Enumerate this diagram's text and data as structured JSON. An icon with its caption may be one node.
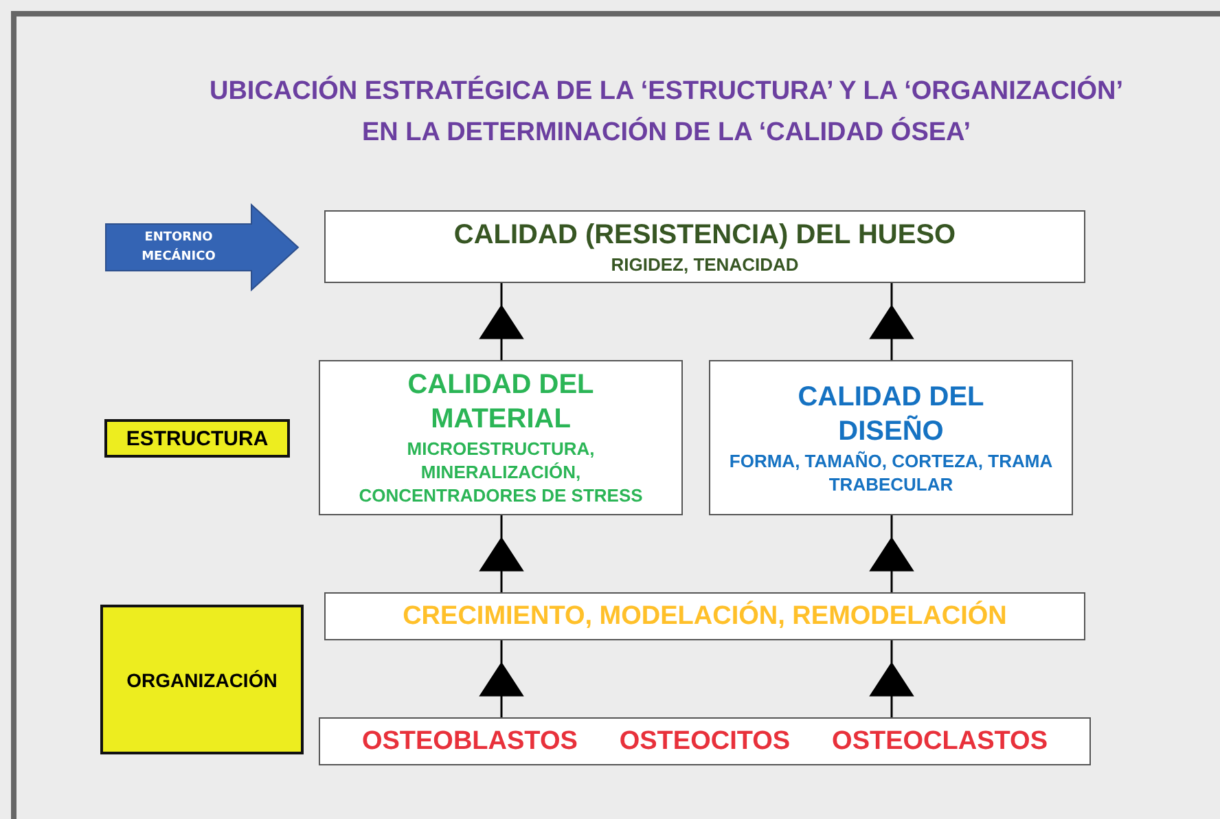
{
  "diagram": {
    "title": "UBICACIÓN ESTRATÉGICA DE LA ‘ESTRUCTURA’ Y LA ‘ORGANIZACIÓN’ EN LA DETERMINACIÓN DE LA ‘CALIDAD ÓSEA’",
    "nodes": [
      {
        "text": [
          "ENTORNO MECÁNICO"
        ]
      },
      {
        "text": [
          "CALIDAD (RESISTENCIA) DEL HUESO",
          "RIGIDEZ, TENACIDAD"
        ]
      },
      {
        "text": [
          "ESTRUCTURA"
        ]
      },
      {
        "text": [
          "CALIDAD DEL MATERIAL",
          "MICROESTRUCTURA, MINERALIZACIÓN, CONCENTRADORES DE STRESS"
        ]
      },
      {
        "text": [
          "CALIDAD DEL DISEÑO",
          "FORMA, TAMAÑO, CORTEZA, TRAMA TRABECULAR"
        ]
      },
      {
        "text": [
          "ORGANIZACIÓN"
        ]
      },
      {
        "text": [
          "CRECIMIENTO, MODELACIÓN, REMODELACIÓN"
        ]
      },
      {
        "text": [
          "OSTEOBLASTOS",
          "OSTEOCITOS",
          "OSTEOCLASTOS"
        ]
      }
    ],
    "edges": [
      {
        "from": 3,
        "to": 1,
        "arrow": "to"
      },
      {
        "from": 4,
        "to": 1,
        "arrow": "to"
      },
      {
        "from": 6,
        "to": 3,
        "arrow": "to"
      },
      {
        "from": 6,
        "to": 4,
        "arrow": "to"
      },
      {
        "from": 7,
        "to": 6,
        "arrow": "to"
      },
      {
        "from": 7,
        "to": 6,
        "arrow": "to"
      }
    ]
  }
}
